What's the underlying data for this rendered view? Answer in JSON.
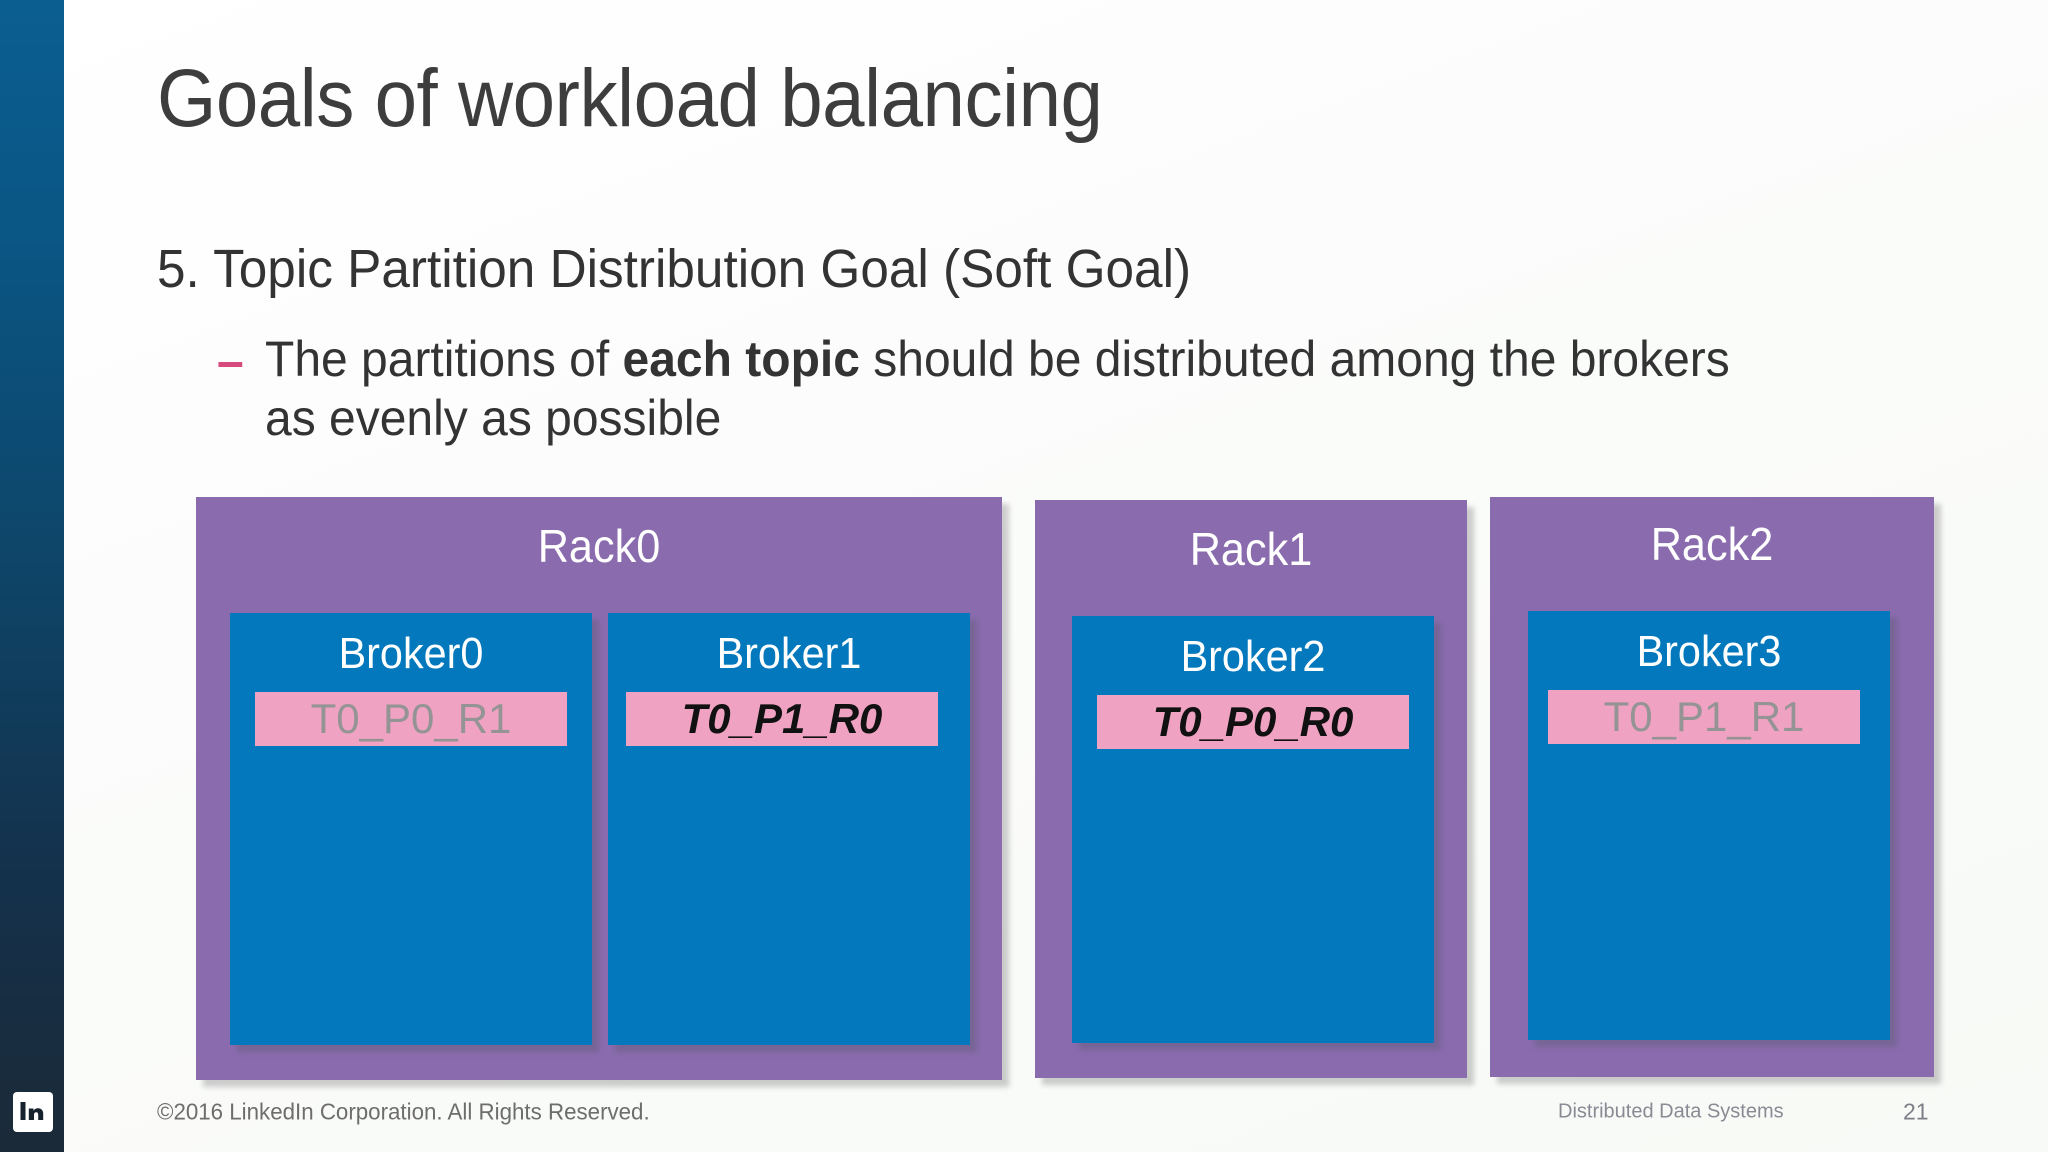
{
  "slide": {
    "title": "Goals of workload balancing",
    "bullet_level1": "5. Topic Partition Distribution Goal (Soft Goal)",
    "bullet_level2_dash": "–",
    "bullet_level2_part1": "The partitions of ",
    "bullet_level2_bold": "each topic",
    "bullet_level2_part2": " should be distributed among the brokers as evenly as possible"
  },
  "brand": {
    "logo_name": "linkedin-logo",
    "rail_color_top": "#0b5e91",
    "rail_color_bottom": "#1b2a38"
  },
  "diagram": {
    "rack_color": "#8a6cae",
    "broker_color": "#0378bd",
    "partition_bg": "#f0a2c2",
    "partition_active_color": "#111111",
    "partition_idle_color": "#949494",
    "racks": [
      {
        "label": "Rack0",
        "brokers": [
          {
            "label": "Broker0",
            "partition": "T0_P0_R1",
            "state": "idle"
          },
          {
            "label": "Broker1",
            "partition": "T0_P1_R0",
            "state": "active"
          }
        ]
      },
      {
        "label": "Rack1",
        "brokers": [
          {
            "label": "Broker2",
            "partition": "T0_P0_R0",
            "state": "active"
          }
        ]
      },
      {
        "label": "Rack2",
        "brokers": [
          {
            "label": "Broker3",
            "partition": "T0_P1_R1",
            "state": "idle"
          }
        ]
      }
    ]
  },
  "footer": {
    "copyright": "©2016 LinkedIn Corporation. All Rights Reserved.",
    "deck_name": "Distributed Data Systems",
    "page_number": "21"
  }
}
